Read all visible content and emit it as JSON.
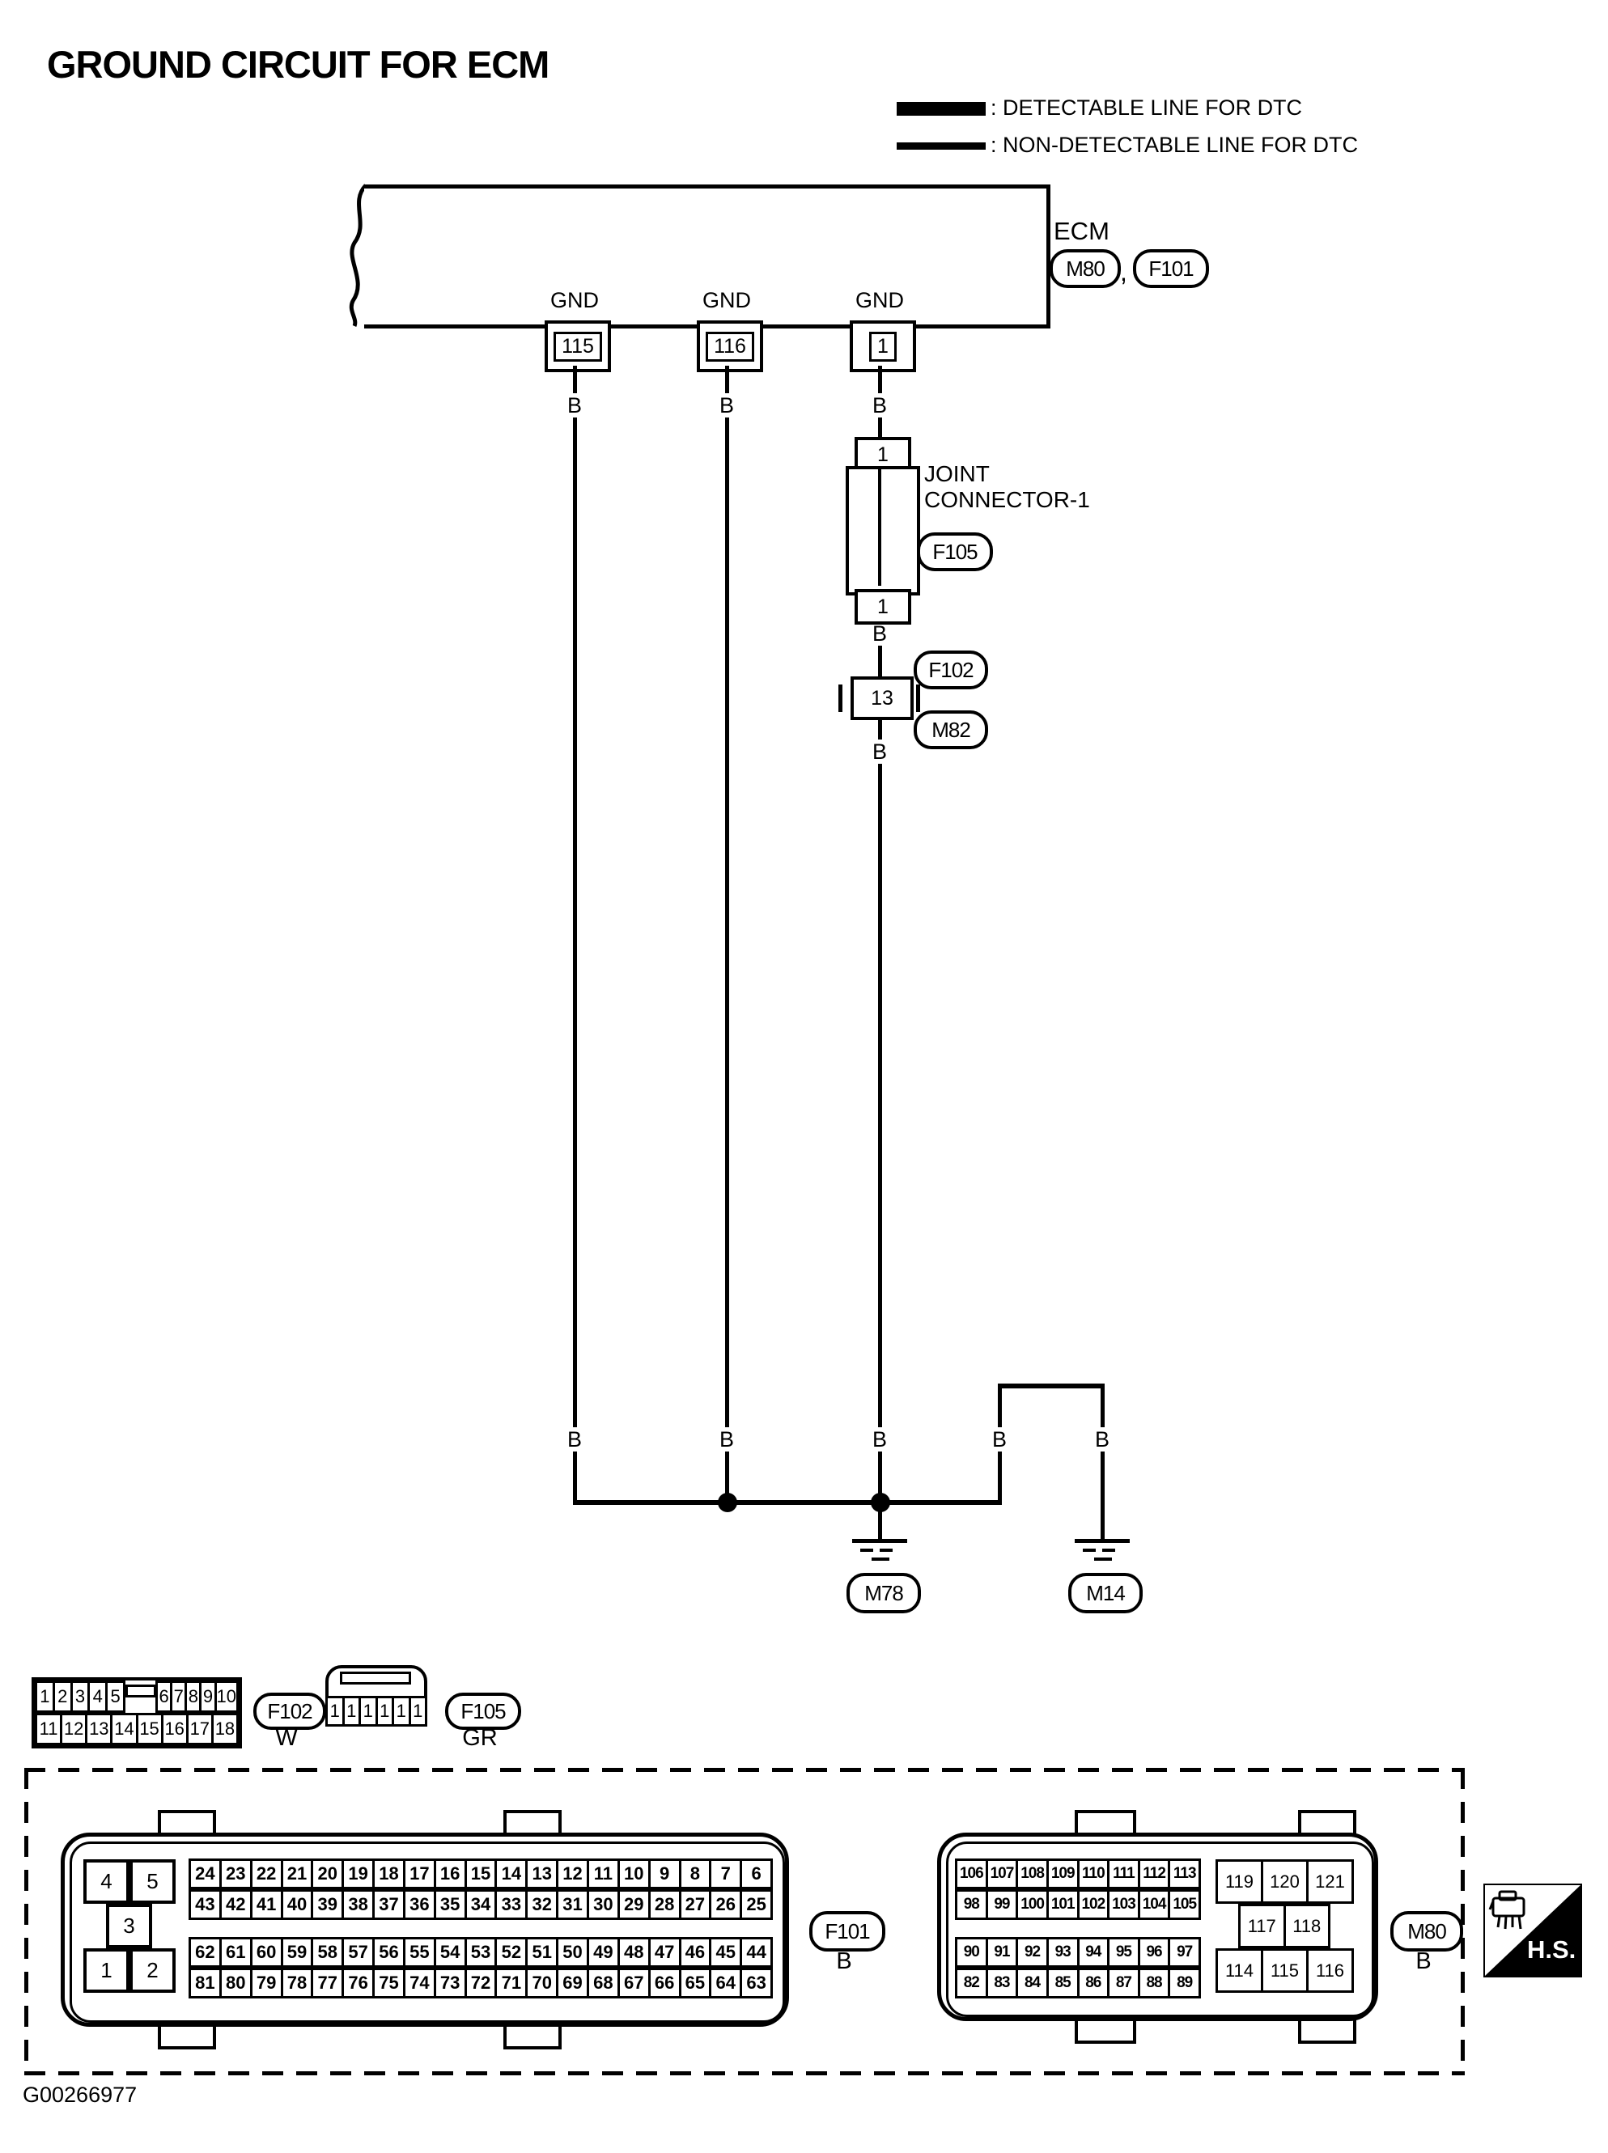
{
  "title": "GROUND CIRCUIT FOR ECM",
  "footer_code": "G00266977",
  "legend": {
    "detectable": ": DETECTABLE LINE FOR DTC",
    "non_detectable": ": NON-DETECTABLE LINE FOR DTC"
  },
  "labels": {
    "gnd": "GND",
    "wire": "B",
    "comma": ","
  },
  "ecm": {
    "name": "ECM",
    "ref1": "M80",
    "ref2": "F101",
    "pin1": "115",
    "pin2": "116",
    "pin3": "1"
  },
  "joint_connector": {
    "title1": "JOINT",
    "title2": "CONNECTOR-1",
    "ref": "F105",
    "pin_top": "1",
    "pin_bottom": "1"
  },
  "inline_connector": {
    "ref_front": "F102",
    "ref_rear": "M82",
    "pin": "13"
  },
  "grounds": {
    "left": "M78",
    "right": "M14"
  },
  "hs": "H.S.",
  "views": {
    "f102": {
      "ref": "F102",
      "color": "W",
      "row1a": [
        "1",
        "2",
        "3",
        "4",
        "5"
      ],
      "row1b": [
        "6",
        "7",
        "8",
        "9",
        "10"
      ],
      "row2": [
        "11",
        "12",
        "13",
        "14",
        "15",
        "16",
        "17",
        "18"
      ]
    },
    "f105": {
      "ref": "F105",
      "color": "GR",
      "pins": [
        "1",
        "1",
        "1",
        "1",
        "1",
        "1"
      ]
    },
    "f101": {
      "ref": "F101",
      "color": "B",
      "left_row1": [
        "4",
        "5"
      ],
      "left_row2": [
        "3"
      ],
      "left_row3": [
        "1",
        "2"
      ],
      "rowA": [
        "24",
        "23",
        "22",
        "21",
        "20",
        "19",
        "18",
        "17",
        "16",
        "15",
        "14",
        "13",
        "12",
        "11",
        "10",
        "9",
        "8",
        "7",
        "6"
      ],
      "rowB": [
        "43",
        "42",
        "41",
        "40",
        "39",
        "38",
        "37",
        "36",
        "35",
        "34",
        "33",
        "32",
        "31",
        "30",
        "29",
        "28",
        "27",
        "26",
        "25"
      ],
      "rowC": [
        "62",
        "61",
        "60",
        "59",
        "58",
        "57",
        "56",
        "55",
        "54",
        "53",
        "52",
        "51",
        "50",
        "49",
        "48",
        "47",
        "46",
        "45",
        "44"
      ],
      "rowD": [
        "81",
        "80",
        "79",
        "78",
        "77",
        "76",
        "75",
        "74",
        "73",
        "72",
        "71",
        "70",
        "69",
        "68",
        "67",
        "66",
        "65",
        "64",
        "63"
      ]
    },
    "m80": {
      "ref": "M80",
      "color": "B",
      "rowA1": [
        "106",
        "107",
        "108",
        "109",
        "110",
        "111",
        "112",
        "113"
      ],
      "rowA2": [
        "98",
        "99",
        "100",
        "101",
        "102",
        "103",
        "104",
        "105"
      ],
      "rowB1": [
        "90",
        "91",
        "92",
        "93",
        "94",
        "95",
        "96",
        "97"
      ],
      "rowB2": [
        "82",
        "83",
        "84",
        "85",
        "86",
        "87",
        "88",
        "89"
      ],
      "right_row1": [
        "119",
        "120",
        "121"
      ],
      "right_row2": [
        "117",
        "118"
      ],
      "right_row3": [
        "114",
        "115",
        "116"
      ]
    }
  }
}
